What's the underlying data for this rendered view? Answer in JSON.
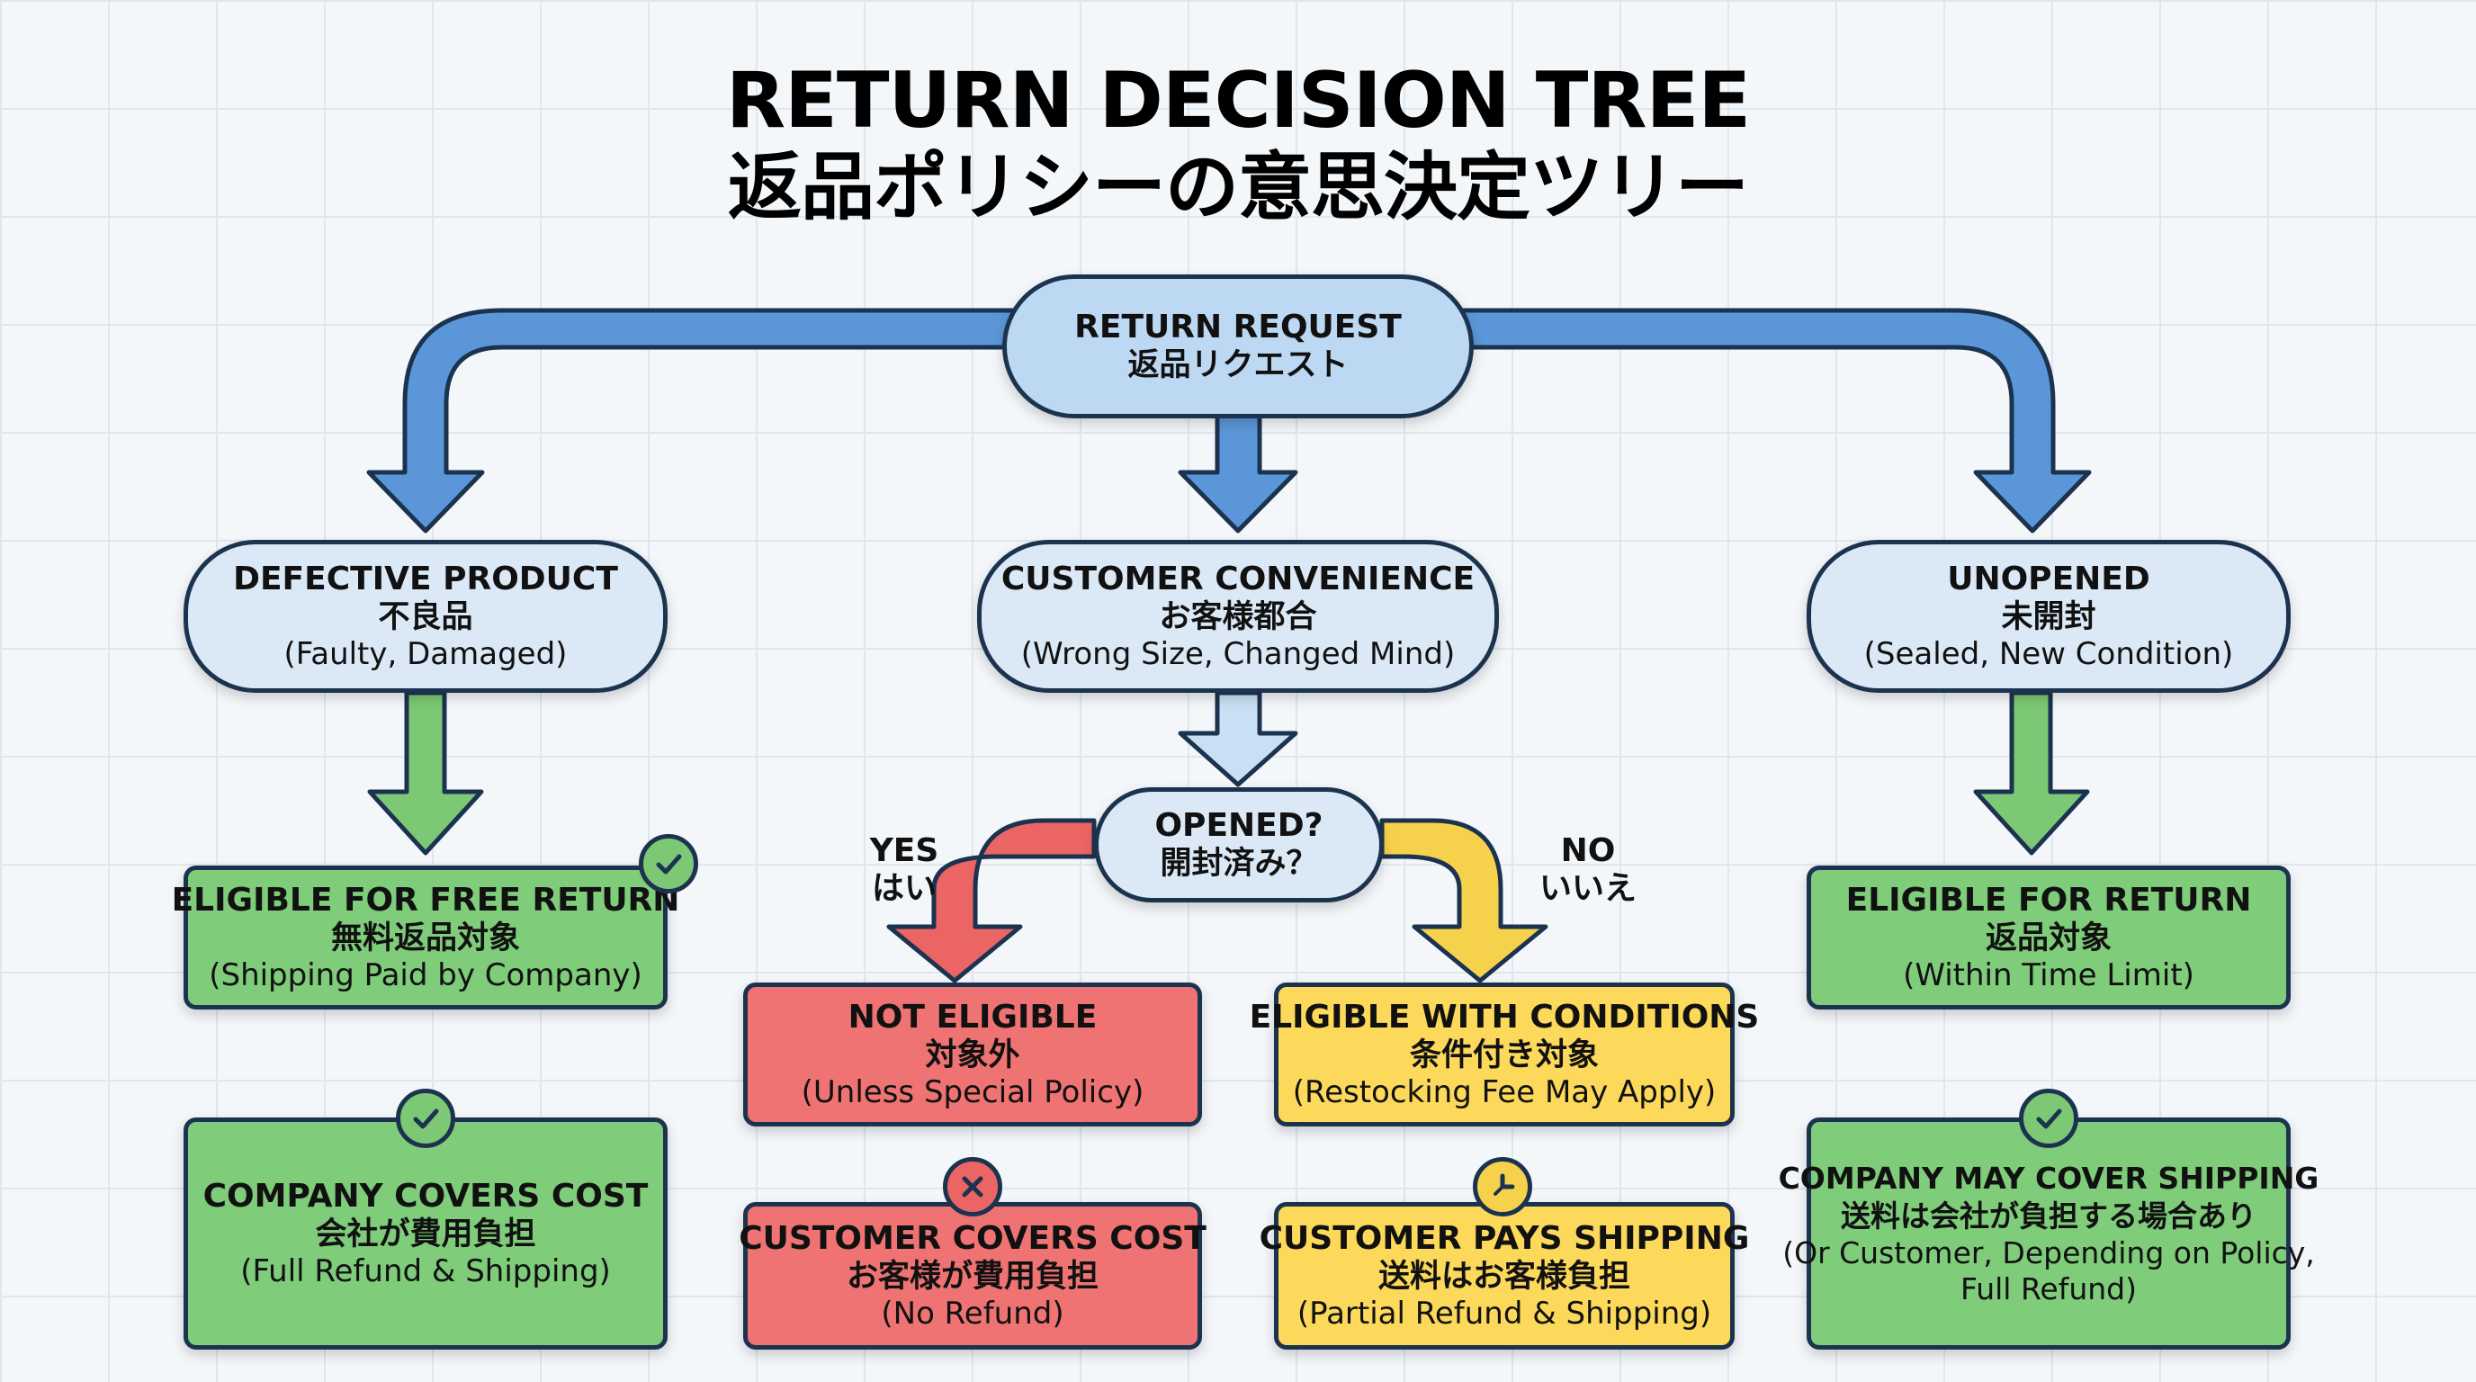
{
  "title": {
    "en": "RETURN DECISION TREE",
    "ja": "返品ポリシーの意思決定ツリー"
  },
  "root": {
    "en": "RETURN REQUEST",
    "ja": "返品リクエスト"
  },
  "branches": {
    "defective": {
      "en": "DEFECTIVE PRODUCT",
      "ja": "不良品",
      "sub": "(Faulty, Damaged)"
    },
    "convenience": {
      "en": "CUSTOMER CONVENIENCE",
      "ja": "お客様都合",
      "sub": "(Wrong Size, Changed Mind)"
    },
    "unopened": {
      "en": "UNOPENED",
      "ja": "未開封",
      "sub": "(Sealed, New Condition)"
    }
  },
  "opened_question": {
    "en": "OPENED?",
    "ja": "開封済み？"
  },
  "labels": {
    "yes_en": "YES",
    "yes_ja": "はい",
    "no_en": "NO",
    "no_ja": "いいえ"
  },
  "results": {
    "free_return": {
      "en": "ELIGIBLE FOR FREE RETURN",
      "ja": "無料返品対象",
      "sub": "(Shipping Paid by Company)"
    },
    "not_eligible": {
      "en": "NOT ELIGIBLE",
      "ja": "対象外",
      "sub": "(Unless Special Policy)"
    },
    "with_conditions": {
      "en": "ELIGIBLE WITH CONDITIONS",
      "ja": "条件付き対象",
      "sub": "(Restocking Fee May Apply)"
    },
    "eligible_return": {
      "en": "ELIGIBLE FOR RETURN",
      "ja": "返品対象",
      "sub": "(Within Time Limit)"
    }
  },
  "costs": {
    "company_covers": {
      "en": "COMPANY COVERS COST",
      "ja": "会社が費用負担",
      "sub": "(Full Refund & Shipping)"
    },
    "customer_covers": {
      "en": "CUSTOMER COVERS COST",
      "ja": "お客様が費用負担",
      "sub": "(No Refund)"
    },
    "customer_pays_shipping": {
      "en": "CUSTOMER PAYS SHIPPING",
      "ja": "送料はお客様負担",
      "sub": "(Partial Refund & Shipping)"
    },
    "company_may_cover": {
      "en": "COMPANY MAY COVER SHIPPING",
      "ja": "送料は会社が負担する場合あり",
      "sub1": "(Or Customer, Depending on Policy,",
      "sub2": "Full Refund)"
    }
  },
  "colors": {
    "blue_arrow": "#5b97d8",
    "green_arrow": "#7cc874",
    "red_arrow": "#ec6565",
    "yellow_arrow": "#f6d24c",
    "outline": "#1c3350"
  },
  "icons": {
    "check": "check-icon",
    "cross": "cross-icon",
    "pie": "pie-icon"
  }
}
